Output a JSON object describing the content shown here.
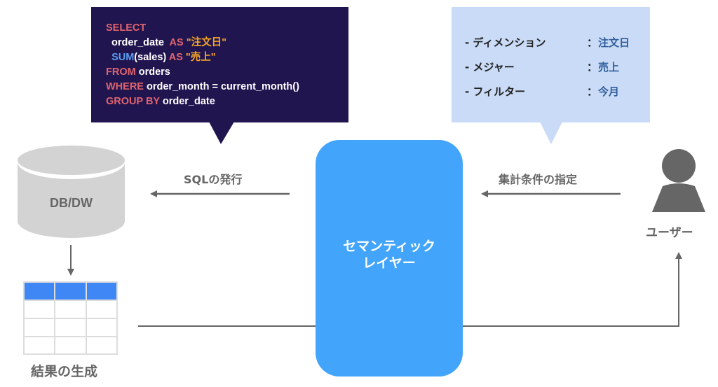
{
  "sql_bubble": {
    "lines": [
      [
        {
          "t": "SELECT",
          "c": "kw"
        }
      ],
      [
        {
          "t": "  order_date  ",
          "c": "plain"
        },
        {
          "t": "AS ",
          "c": "kw"
        },
        {
          "t": "\"注文日\"",
          "c": "str"
        }
      ],
      [
        {
          "t": "  ",
          "c": "plain"
        },
        {
          "t": "SUM",
          "c": "fn"
        },
        {
          "t": "(sales) ",
          "c": "plain"
        },
        {
          "t": "AS ",
          "c": "kw"
        },
        {
          "t": "\"売上\"",
          "c": "str"
        }
      ],
      [
        {
          "t": "FROM ",
          "c": "kw"
        },
        {
          "t": "orders",
          "c": "plain"
        }
      ],
      [
        {
          "t": "WHERE ",
          "c": "kw"
        },
        {
          "t": "order_month = current_month()",
          "c": "plain"
        }
      ],
      [
        {
          "t": "GROUP BY ",
          "c": "kw"
        },
        {
          "t": "order_date",
          "c": "plain"
        }
      ]
    ]
  },
  "query_bubble": {
    "rows": [
      {
        "key": "- ディメンション",
        "sep": "：",
        "value": "注文日"
      },
      {
        "key": "- メジャー",
        "sep": "：",
        "value": "売上"
      },
      {
        "key": "- フィルター",
        "sep": "：",
        "value": "今月"
      }
    ]
  },
  "nodes": {
    "db": "DB/DW",
    "semantic_layer_line1": "セマンティック",
    "semantic_layer_line2": "レイヤー",
    "user": "ユーザー",
    "result": "結果の生成"
  },
  "edges": {
    "sql_issue": "SQLの発行",
    "specify_conditions": "集計条件の指定"
  },
  "colors": {
    "sql_bg": "#211550",
    "query_bg": "#c9dbf6",
    "semantic": "#42a5fb",
    "table_header": "#3f87f5",
    "db": "#d3d3d3",
    "arrow": "#666666"
  }
}
